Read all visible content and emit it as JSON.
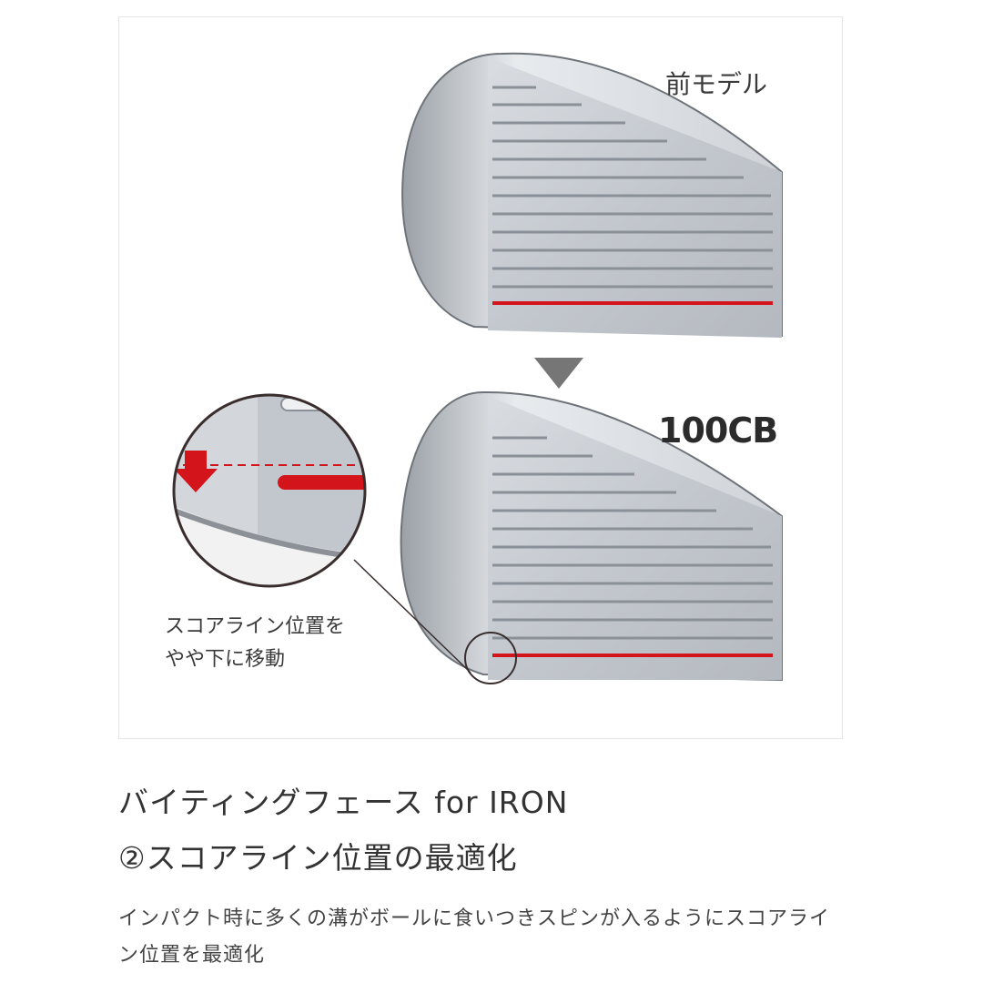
{
  "figure": {
    "label_previous_model": "前モデル",
    "label_new_model": "100CB",
    "callout_line1": "スコアライン位置を",
    "callout_line2": "やや下に移動",
    "accent_color": "#d4141b",
    "icons": [
      "down-triangle-icon",
      "down-arrow-icon",
      "magnifier-circle-icon"
    ]
  },
  "heading": {
    "line1": "バイティングフェース for IRON",
    "line2": "②スコアライン位置の最適化"
  },
  "description": "インパクト時に多くの溝がボールに食いつきスピンが入るようにスコアライン位置を最適化"
}
